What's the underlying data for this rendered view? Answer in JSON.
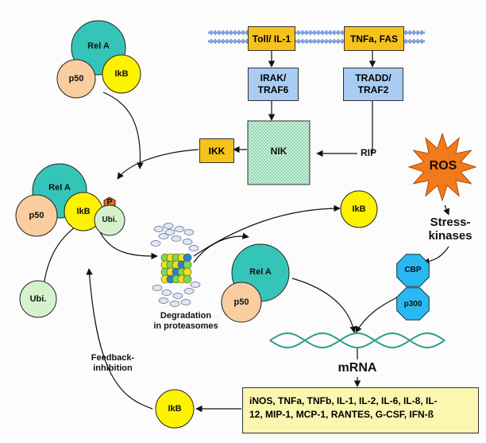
{
  "membrane_receptors": {
    "toll_il1": "Toll/ IL-1",
    "tnfa_fas": "TNFa, FAS"
  },
  "adaptors": {
    "irak_traf6": [
      "IRAK/",
      "TRAF6"
    ],
    "tradd_traf2": [
      "TRADD/",
      "TRAF2"
    ]
  },
  "kinases": {
    "nik": "NIK",
    "ikk": "IKK",
    "rip": "RIP"
  },
  "complex_top": {
    "rela": "Rel A",
    "p50": "p50",
    "ikb": "IkB"
  },
  "complex_mid": {
    "rela": "Rel A",
    "p50": "p50",
    "ikb": "IkB",
    "phospho": "P",
    "ubi": "Ubi."
  },
  "free_ubi": "Ubi.",
  "released_ikb": "IkB",
  "active_dimer": {
    "rela": "Rel A",
    "p50": "p50"
  },
  "proteasome_label": [
    "Degradation",
    "in proteasomes"
  ],
  "ros": "ROS",
  "stress_kinases": [
    "Stress-",
    "kinases"
  ],
  "coactivators": {
    "cbp": "CBP",
    "p300": "p300"
  },
  "mrna": "mRNA",
  "feedback_label": [
    "Feedback-",
    "inhibition"
  ],
  "feedback_ikb": "IkB",
  "gene_products": [
    "iNOS, TNFa, TNFb, IL-1, IL-2, IL-6, IL-8, IL-",
    "12, MIP-1, MCP-1, RANTES, G-CSF, IFN-ß"
  ],
  "colors": {
    "rela": "#35c5b8",
    "p50": "#f9cda0",
    "ikb": "#fdf200",
    "ubi": "#d6f2cc",
    "orange_box": "#f6c21c",
    "blue_box": "#a9cdf2",
    "nik_box": "#c6efd8",
    "ros": "#f27a1a",
    "coactivator": "#29b8f0",
    "products_box": "#fbf6b0",
    "membrane": "#7f9fd7"
  }
}
